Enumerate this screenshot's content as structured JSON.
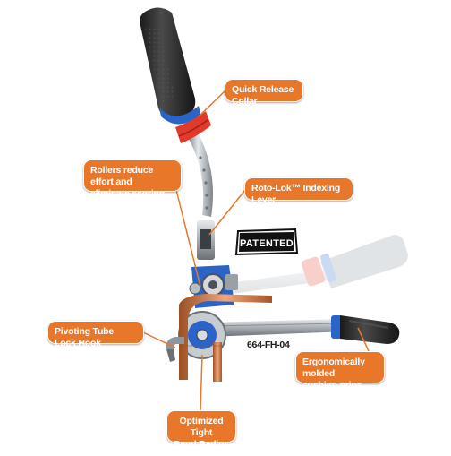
{
  "callouts": {
    "quick_release_collar": "Quick Release Collar",
    "rollers_line1": "Rollers reduce effort and",
    "rollers_line2": "eliminate scoring marks",
    "roto_lok": "Roto-Lok™ Indexing Lever",
    "pivoting_hook": "Pivoting Tube Lock Hook",
    "grips_line1": "Ergonomically molded",
    "grips_line2": "cushion grips",
    "radius_line1": "Optimized Tight",
    "radius_line2": "Bend Radius"
  },
  "badge": {
    "text": "PATENTED"
  },
  "model": {
    "label": "664-FH-04"
  },
  "colors": {
    "callout_fill": "#e9772a",
    "leader_line": "#e9772a",
    "grip_black": "#2a2a2a",
    "collar_red": "#e13a2a",
    "accent_blue": "#2a64c8",
    "steel": "#9aa0a6",
    "copper": "#c8733f"
  }
}
